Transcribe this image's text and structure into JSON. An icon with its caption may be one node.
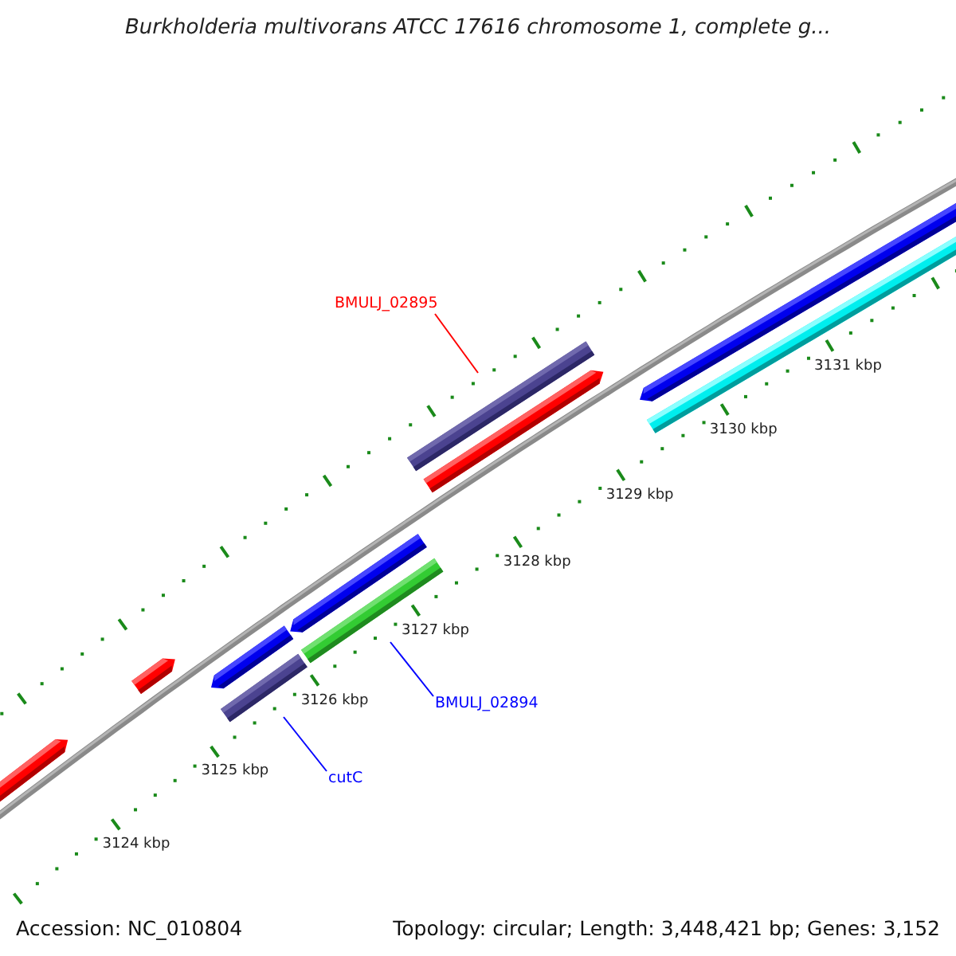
{
  "diagram": {
    "title": "Burkholderia multivorans ATCC 17616 chromosome 1, complete g...",
    "nodes": [
      {
        "text": [
          "BMULJ_02895"
        ]
      },
      {
        "text": [],
        "shape": "bar"
      },
      {
        "text": [
          "BMULJ_02894"
        ]
      },
      {
        "text": [],
        "shape": "bar"
      },
      {
        "text": [
          "cutC"
        ]
      },
      {
        "text": [],
        "shape": "bar"
      }
    ],
    "edges": [
      {
        "from": 0,
        "to": 1,
        "arrow": "none",
        "color": "#ff0000"
      },
      {
        "from": 2,
        "to": 3,
        "arrow": "none"
      },
      {
        "from": 4,
        "to": 5,
        "arrow": "none"
      }
    ],
    "labels": [
      "3124 kbp",
      "3125 kbp",
      "3126 kbp",
      "3127 kbp",
      "3128 kbp",
      "3129 kbp",
      "3130 kbp",
      "3131 kbp",
      "Accession: NC_010804",
      "Topology: circular; Length: 3,448,421 bp; Genes: 3,152"
    ]
  }
}
